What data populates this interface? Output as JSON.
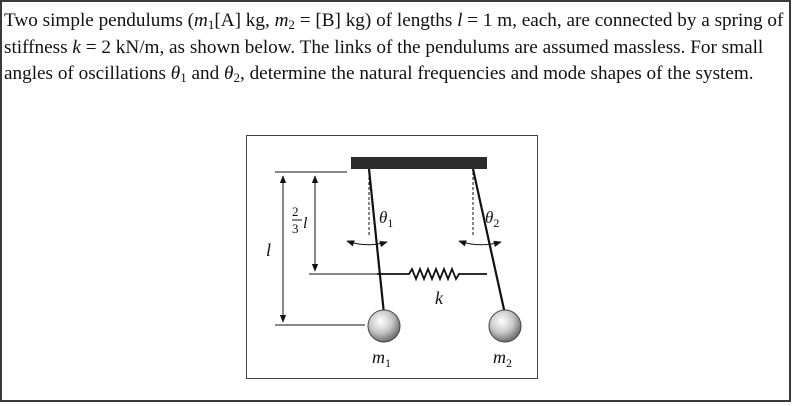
{
  "problem": {
    "s1": "Two simple pendulums (",
    "m": "m",
    "sub1": "1",
    "a": "[A] kg, ",
    "sub2": "2",
    "b": " = [B] kg) of lengths ",
    "l": "l",
    "c": " = 1 m, each, are connected by a spring of stiffness ",
    "k": "k",
    "d": " = 2 kN/m, as shown below. The links of the pendulums are assumed massless. For small angles of oscillations ",
    "theta": "θ",
    "e": " and ",
    "f": ", determine the natural frequencies and mode shapes of the system."
  },
  "figure": {
    "label_two": "2",
    "label_three": "3",
    "label_l_fraction": "l",
    "label_l": "l",
    "label_theta": "θ",
    "label_theta_sub1": "1",
    "label_theta_sub2": "2",
    "label_k": "k",
    "label_m": "m",
    "label_m_sub1": "1",
    "label_m_sub2": "2"
  }
}
